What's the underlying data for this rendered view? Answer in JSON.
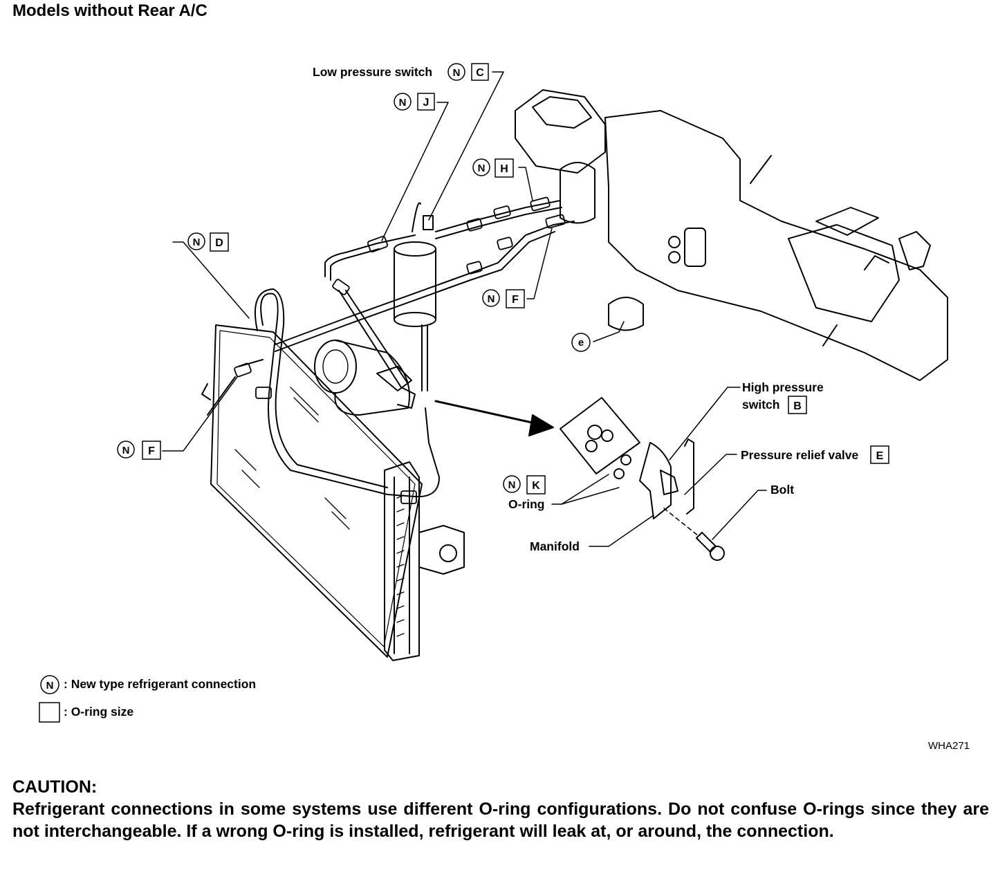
{
  "title": "Models without Rear A/C",
  "callouts": {
    "low_pressure_switch": {
      "text": "Low pressure switch",
      "n": "N",
      "size": "C"
    },
    "j": {
      "n": "N",
      "size": "J"
    },
    "h": {
      "n": "N",
      "size": "H"
    },
    "d": {
      "n": "N",
      "size": "D"
    },
    "f_upper": {
      "n": "N",
      "size": "F"
    },
    "f_lower": {
      "n": "N",
      "size": "F"
    },
    "e_small": {
      "text": "e"
    },
    "high_pressure_switch": {
      "line1": "High pressure",
      "line2": "switch",
      "size": "B"
    },
    "pressure_relief_valve": {
      "text": "Pressure relief valve",
      "size": "E"
    },
    "bolt": {
      "text": "Bolt"
    },
    "oring": {
      "text": "O-ring",
      "n": "N",
      "size": "K"
    },
    "manifold": {
      "text": "Manifold"
    }
  },
  "legend": {
    "new_type": {
      "symbol": "N",
      "text": ": New type refrigerant connection"
    },
    "oring_size": {
      "text": ": O-ring size"
    }
  },
  "figure_code": "WHA271",
  "caution": {
    "heading": "CAUTION:",
    "body": "Refrigerant connections in some systems use different O-ring configurations. Do not confuse O-rings since they are not interchangeable. If a wrong O-ring is installed, refrigerant will leak at, or around, the connection."
  }
}
